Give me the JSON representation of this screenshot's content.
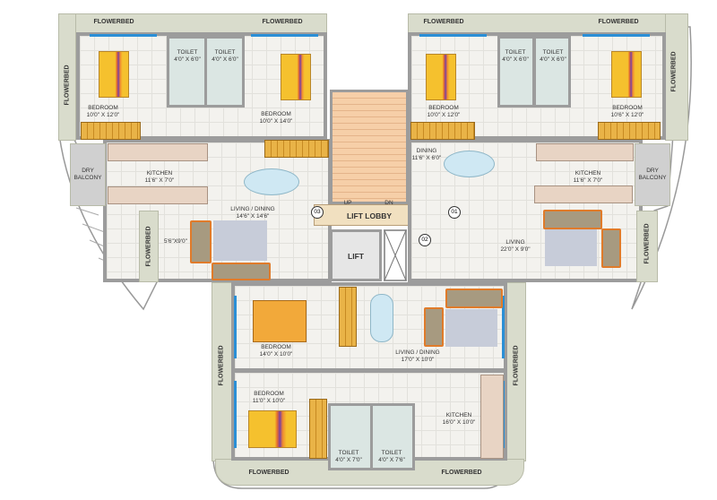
{
  "left_wing": {
    "flowerbeds": [
      "FLOWERBED",
      "FLOWERBED",
      "FLOWERBED",
      "FLOWERBED"
    ],
    "rooms": [
      {
        "name": "BEDROOM",
        "size": "10'0\" X 12'0\""
      },
      {
        "name": "TOILET",
        "size": "4'0\" X 6'0\""
      },
      {
        "name": "TOILET",
        "size": "4'0\" X 6'0\""
      },
      {
        "name": "BEDROOM",
        "size": "10'0\" X 14'0\""
      },
      {
        "name": "KITCHEN",
        "size": "11'6\" X 7'0\""
      },
      {
        "name": "DRY BALCONY",
        "size": ""
      },
      {
        "name": "LIVING / DINING",
        "size": "14'6\" X 14'6\""
      },
      {
        "name": "",
        "size": "5'6\"X9'0\""
      }
    ]
  },
  "core": {
    "lift_lobby": "LIFT LOBBY",
    "lift": "LIFT",
    "up": "UP",
    "dn": "DN",
    "flats": [
      "01",
      "02",
      "03"
    ],
    "colors": {
      "stair": "#f6cfa8",
      "lobby": "#f1e0c0"
    }
  },
  "right_wing": {
    "flowerbeds": [
      "FLOWERBED",
      "FLOWERBED",
      "FLOWERBED",
      "FLOWERBED"
    ],
    "rooms": [
      {
        "name": "BEDROOM",
        "size": "10'0\" X 12'0\""
      },
      {
        "name": "TOILET",
        "size": "4'0\" X 6'0\""
      },
      {
        "name": "TOILET",
        "size": "4'0\" X 6'0\""
      },
      {
        "name": "BEDROOM",
        "size": "10'6\" X 12'0\""
      },
      {
        "name": "DINING",
        "size": "11'6\" X 6'0\""
      },
      {
        "name": "KITCHEN",
        "size": "11'6\" X 7'0\""
      },
      {
        "name": "DRY BALCONY",
        "size": ""
      },
      {
        "name": "LIVING",
        "size": "22'0\" X 9'0\""
      }
    ]
  },
  "bottom_wing": {
    "flowerbeds": [
      "FLOWERBED",
      "FLOWERBED",
      "FLOWERBED",
      "FLOWERBED"
    ],
    "rooms": [
      {
        "name": "BEDROOM",
        "size": "14'0\" X 10'0\""
      },
      {
        "name": "LIVING / DINING",
        "size": "17'0\" X 10'0\""
      },
      {
        "name": "BEDROOM",
        "size": "11'0\" X 10'0\""
      },
      {
        "name": "KITCHEN",
        "size": "16'0\" X 10'0\""
      },
      {
        "name": "TOILET",
        "size": "4'0\" X 7'0\""
      },
      {
        "name": "TOILET",
        "size": "4'0\" X 7'6\""
      }
    ]
  },
  "colors": {
    "wall": "#9c9c9c",
    "window": "#2a8fd6",
    "flowerbed": "#d9dccc",
    "floor": "#f3f2ee"
  }
}
